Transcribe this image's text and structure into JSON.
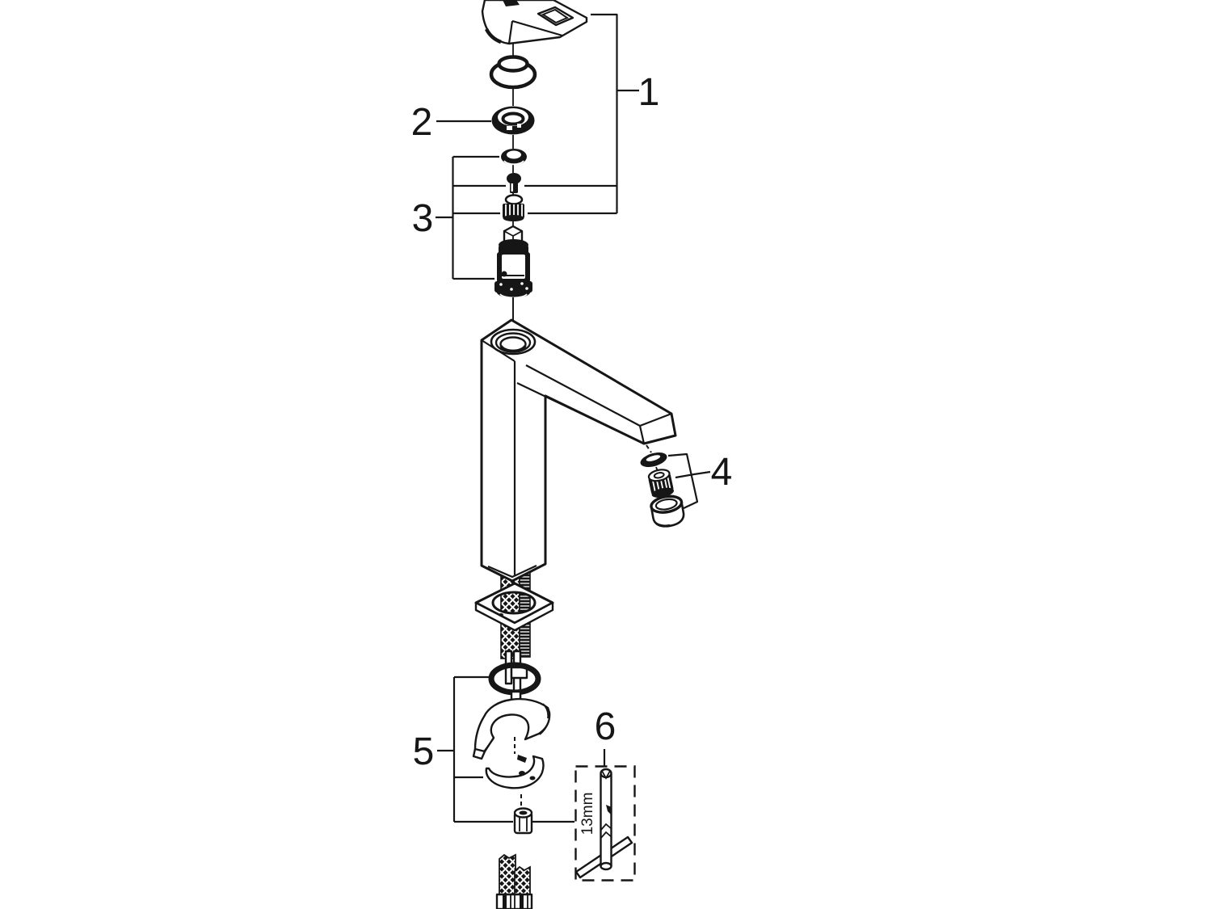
{
  "page": {
    "background": "#ffffff"
  },
  "diagram": {
    "type": "exploded-parts-diagram",
    "subject": "single-lever basin mixer tap, exploded view",
    "line_color": "#161616",
    "callouts": [
      {
        "label": "1"
      },
      {
        "label": "2"
      },
      {
        "label": "3"
      },
      {
        "label": "4"
      },
      {
        "label": "5"
      },
      {
        "label": "6"
      }
    ],
    "tool_box": {
      "size_label": "13mm"
    }
  }
}
